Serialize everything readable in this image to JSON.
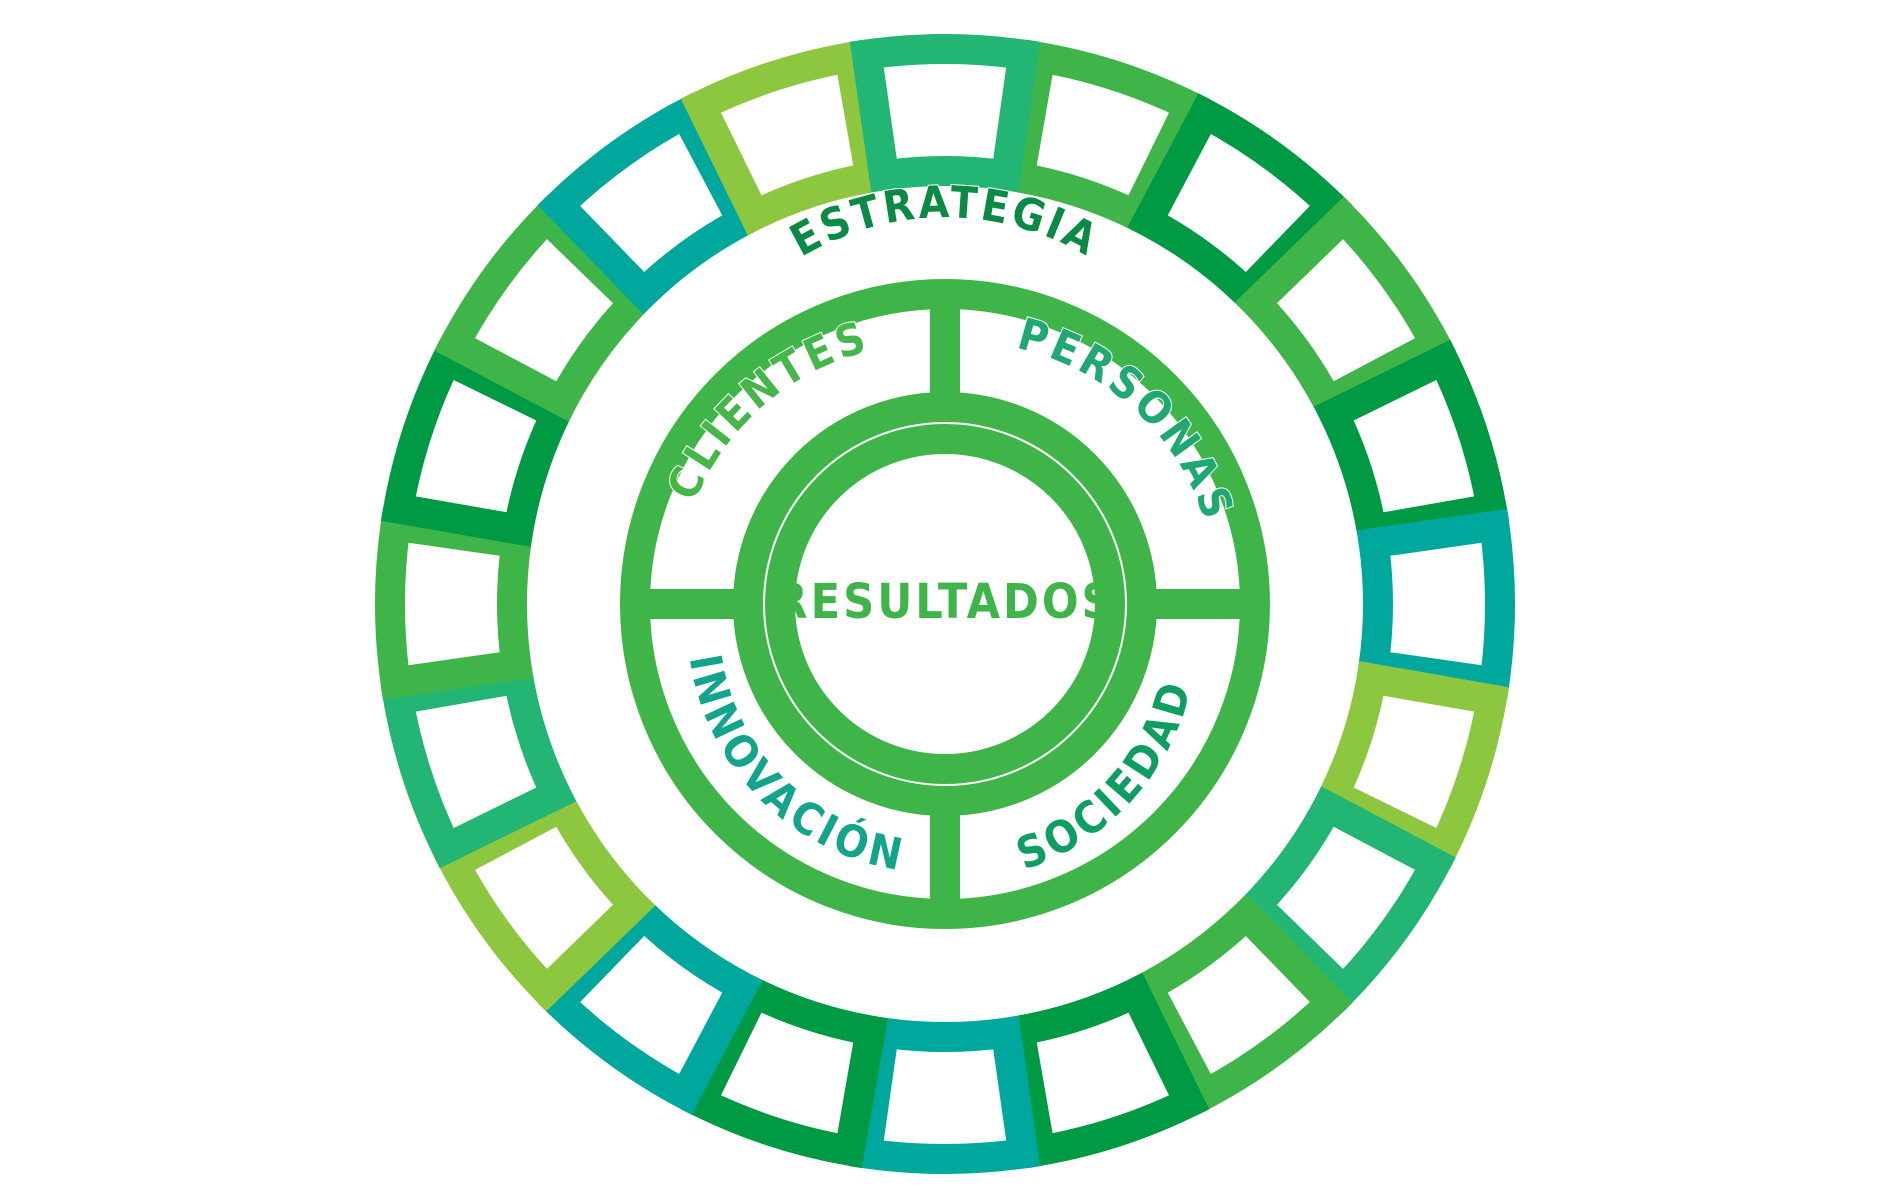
{
  "diagram": {
    "outer_label": "ESTRATEGIA",
    "center_label": "RESULTADOS",
    "quadrants": [
      {
        "key": "clientes",
        "label": "CLIENTES",
        "color": "#45b649"
      },
      {
        "key": "personas",
        "label": "PERSONAS",
        "color": "#1fa872"
      },
      {
        "key": "sociedad",
        "label": "SOCIEDAD",
        "color": "#0f9e62"
      },
      {
        "key": "innovacion",
        "label": "INNOVACIÓN",
        "color": "#12a58c"
      }
    ],
    "colors": {
      "ring": "#3fb549",
      "estrategia": "#0b8a45",
      "resultados": "#3fb549"
    },
    "segment_count": 20,
    "segment_colors": [
      "#3fb549",
      "#009944",
      "#3fb549",
      "#009944",
      "#00a79d",
      "#8dc63f",
      "#23b573",
      "#3fb549",
      "#009944",
      "#00a79d",
      "#009944",
      "#00a79d",
      "#8dc63f",
      "#23b573",
      "#3fb549",
      "#009944",
      "#3fb549",
      "#00a79d",
      "#8dc63f",
      "#23b573"
    ]
  }
}
